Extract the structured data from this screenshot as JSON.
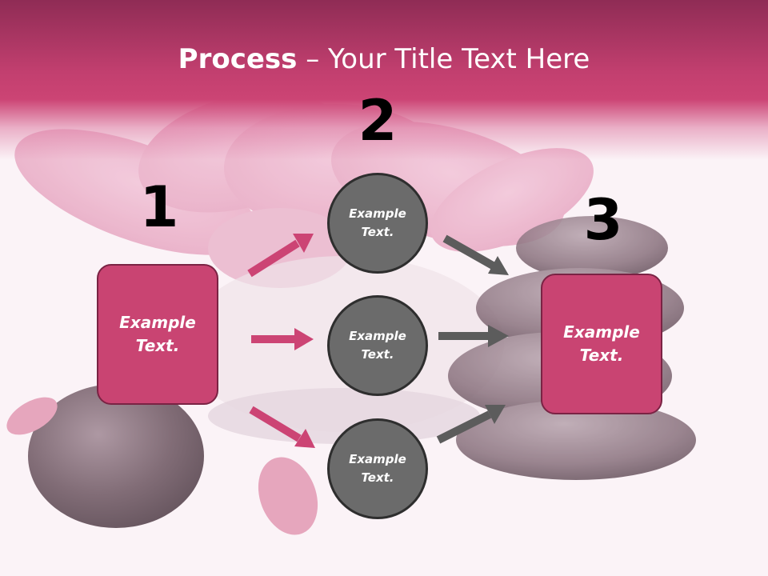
{
  "title": {
    "bold": "Process",
    "separator": " – ",
    "rest": "Your Title Text Here"
  },
  "steps": [
    {
      "number": "1",
      "text": "Example\nText."
    },
    {
      "number": "2",
      "text": "Example\nText."
    },
    {
      "number": "3",
      "text": "Example\nText."
    }
  ],
  "circles": [
    {
      "text": "Example\nText."
    },
    {
      "text": "Example\nText."
    },
    {
      "text": "Example\nText."
    }
  ],
  "colors": {
    "header": "#c23f6f",
    "box": "#c94472",
    "box_border": "#7a2344",
    "circle": "#6b6b6b",
    "circle_border": "#2e2e2e",
    "arrow_pink": "#cc4474",
    "arrow_gray": "#5c5c5c"
  }
}
